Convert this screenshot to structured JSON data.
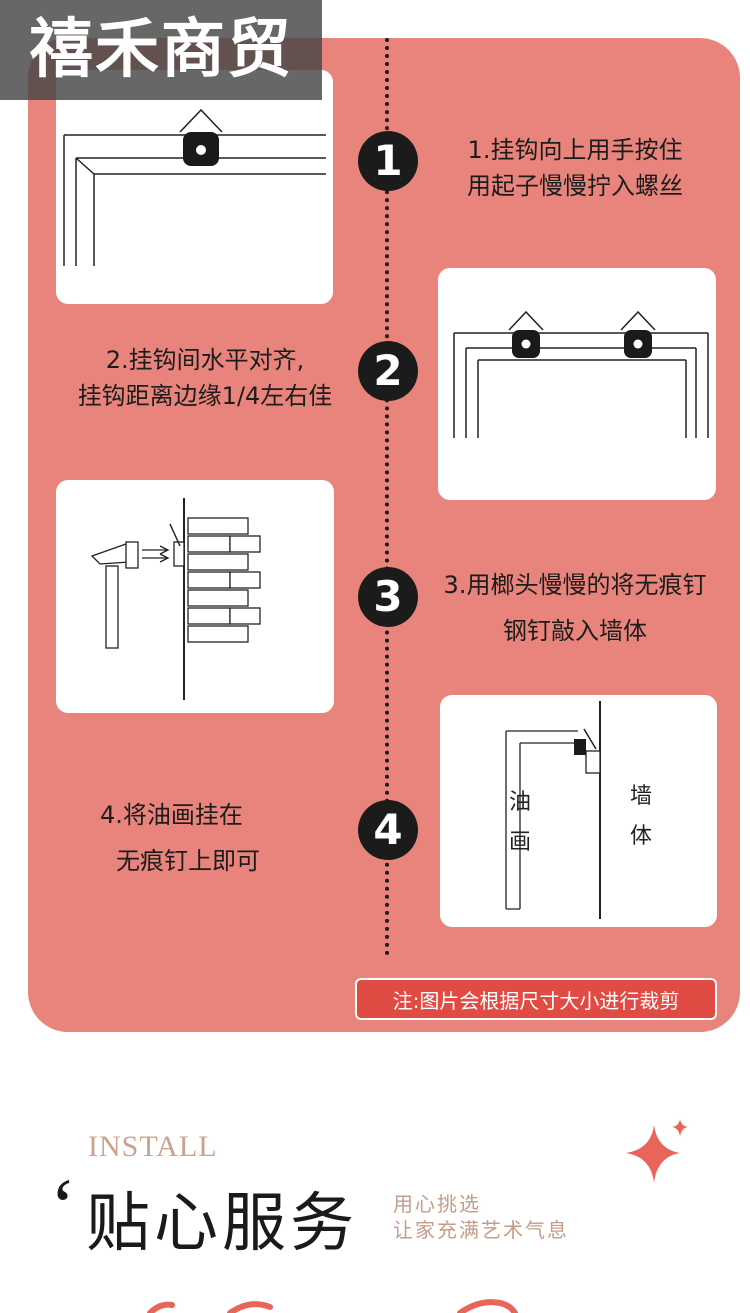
{
  "watermark": {
    "text": "禧禾商贸"
  },
  "steps": [
    {
      "number": "1",
      "lines": [
        "1.挂钩向上用手按住",
        "用起子慢慢拧入螺丝"
      ]
    },
    {
      "number": "2",
      "lines": [
        "2.挂钩间水平对齐,",
        "挂钩距离边缘1/4左右佳"
      ]
    },
    {
      "number": "3",
      "lines": [
        "3.用榔头慢慢的将无痕钉",
        "钢钉敲入墙体"
      ]
    },
    {
      "number": "4",
      "lines": [
        "4.将油画挂在",
        "无痕钉上即可"
      ]
    }
  ],
  "diagram4": {
    "painting_label": [
      "油",
      "画"
    ],
    "wall_label": [
      "墙",
      "体"
    ]
  },
  "note": {
    "text": "注:图片会根据尺寸大小进行裁剪"
  },
  "footer": {
    "install": "INSTALL",
    "quote_mark": "‘",
    "title": "贴心服务",
    "subtitle_1": "用心挑选",
    "subtitle_2": "让家充满艺术气息"
  },
  "colors": {
    "panel": "#e9847c",
    "note_bg": "#e04c44",
    "accent_star": "#e8655a",
    "step_circle": "#1b1b1b"
  }
}
